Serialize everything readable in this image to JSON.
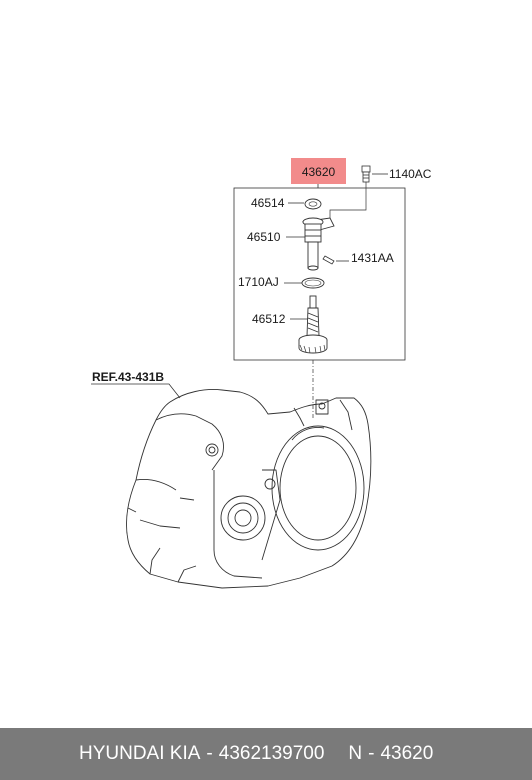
{
  "diagram": {
    "assembly_label": "43620",
    "highlight_color": "#f28b8b",
    "callouts": {
      "bolt": "1140AC",
      "seal_ring": "46514",
      "sleeve": "46510",
      "pin": "1431AA",
      "o_ring": "1710AJ",
      "driven_gear": "46512",
      "reference": "REF.43-431B"
    }
  },
  "footer": {
    "brand": "HYUNDAI KIA",
    "separator": "-",
    "part_number": "4362139700",
    "ref_prefix": "N",
    "ref_number": "43620",
    "background_color": "#7a7a7a"
  }
}
